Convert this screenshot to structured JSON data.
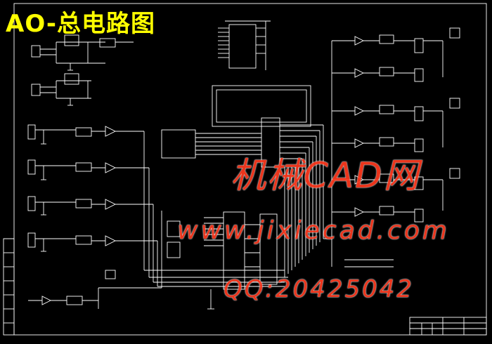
{
  "title": "AO-总电路图",
  "watermark": {
    "site_name": "机械CAD网",
    "url": "www.jixiecad.com",
    "qq": "QQ:20425042"
  },
  "colors": {
    "background": "#000000",
    "lines": "#ffffff",
    "title": "#ffff00",
    "watermark": "#ff3a1f"
  }
}
